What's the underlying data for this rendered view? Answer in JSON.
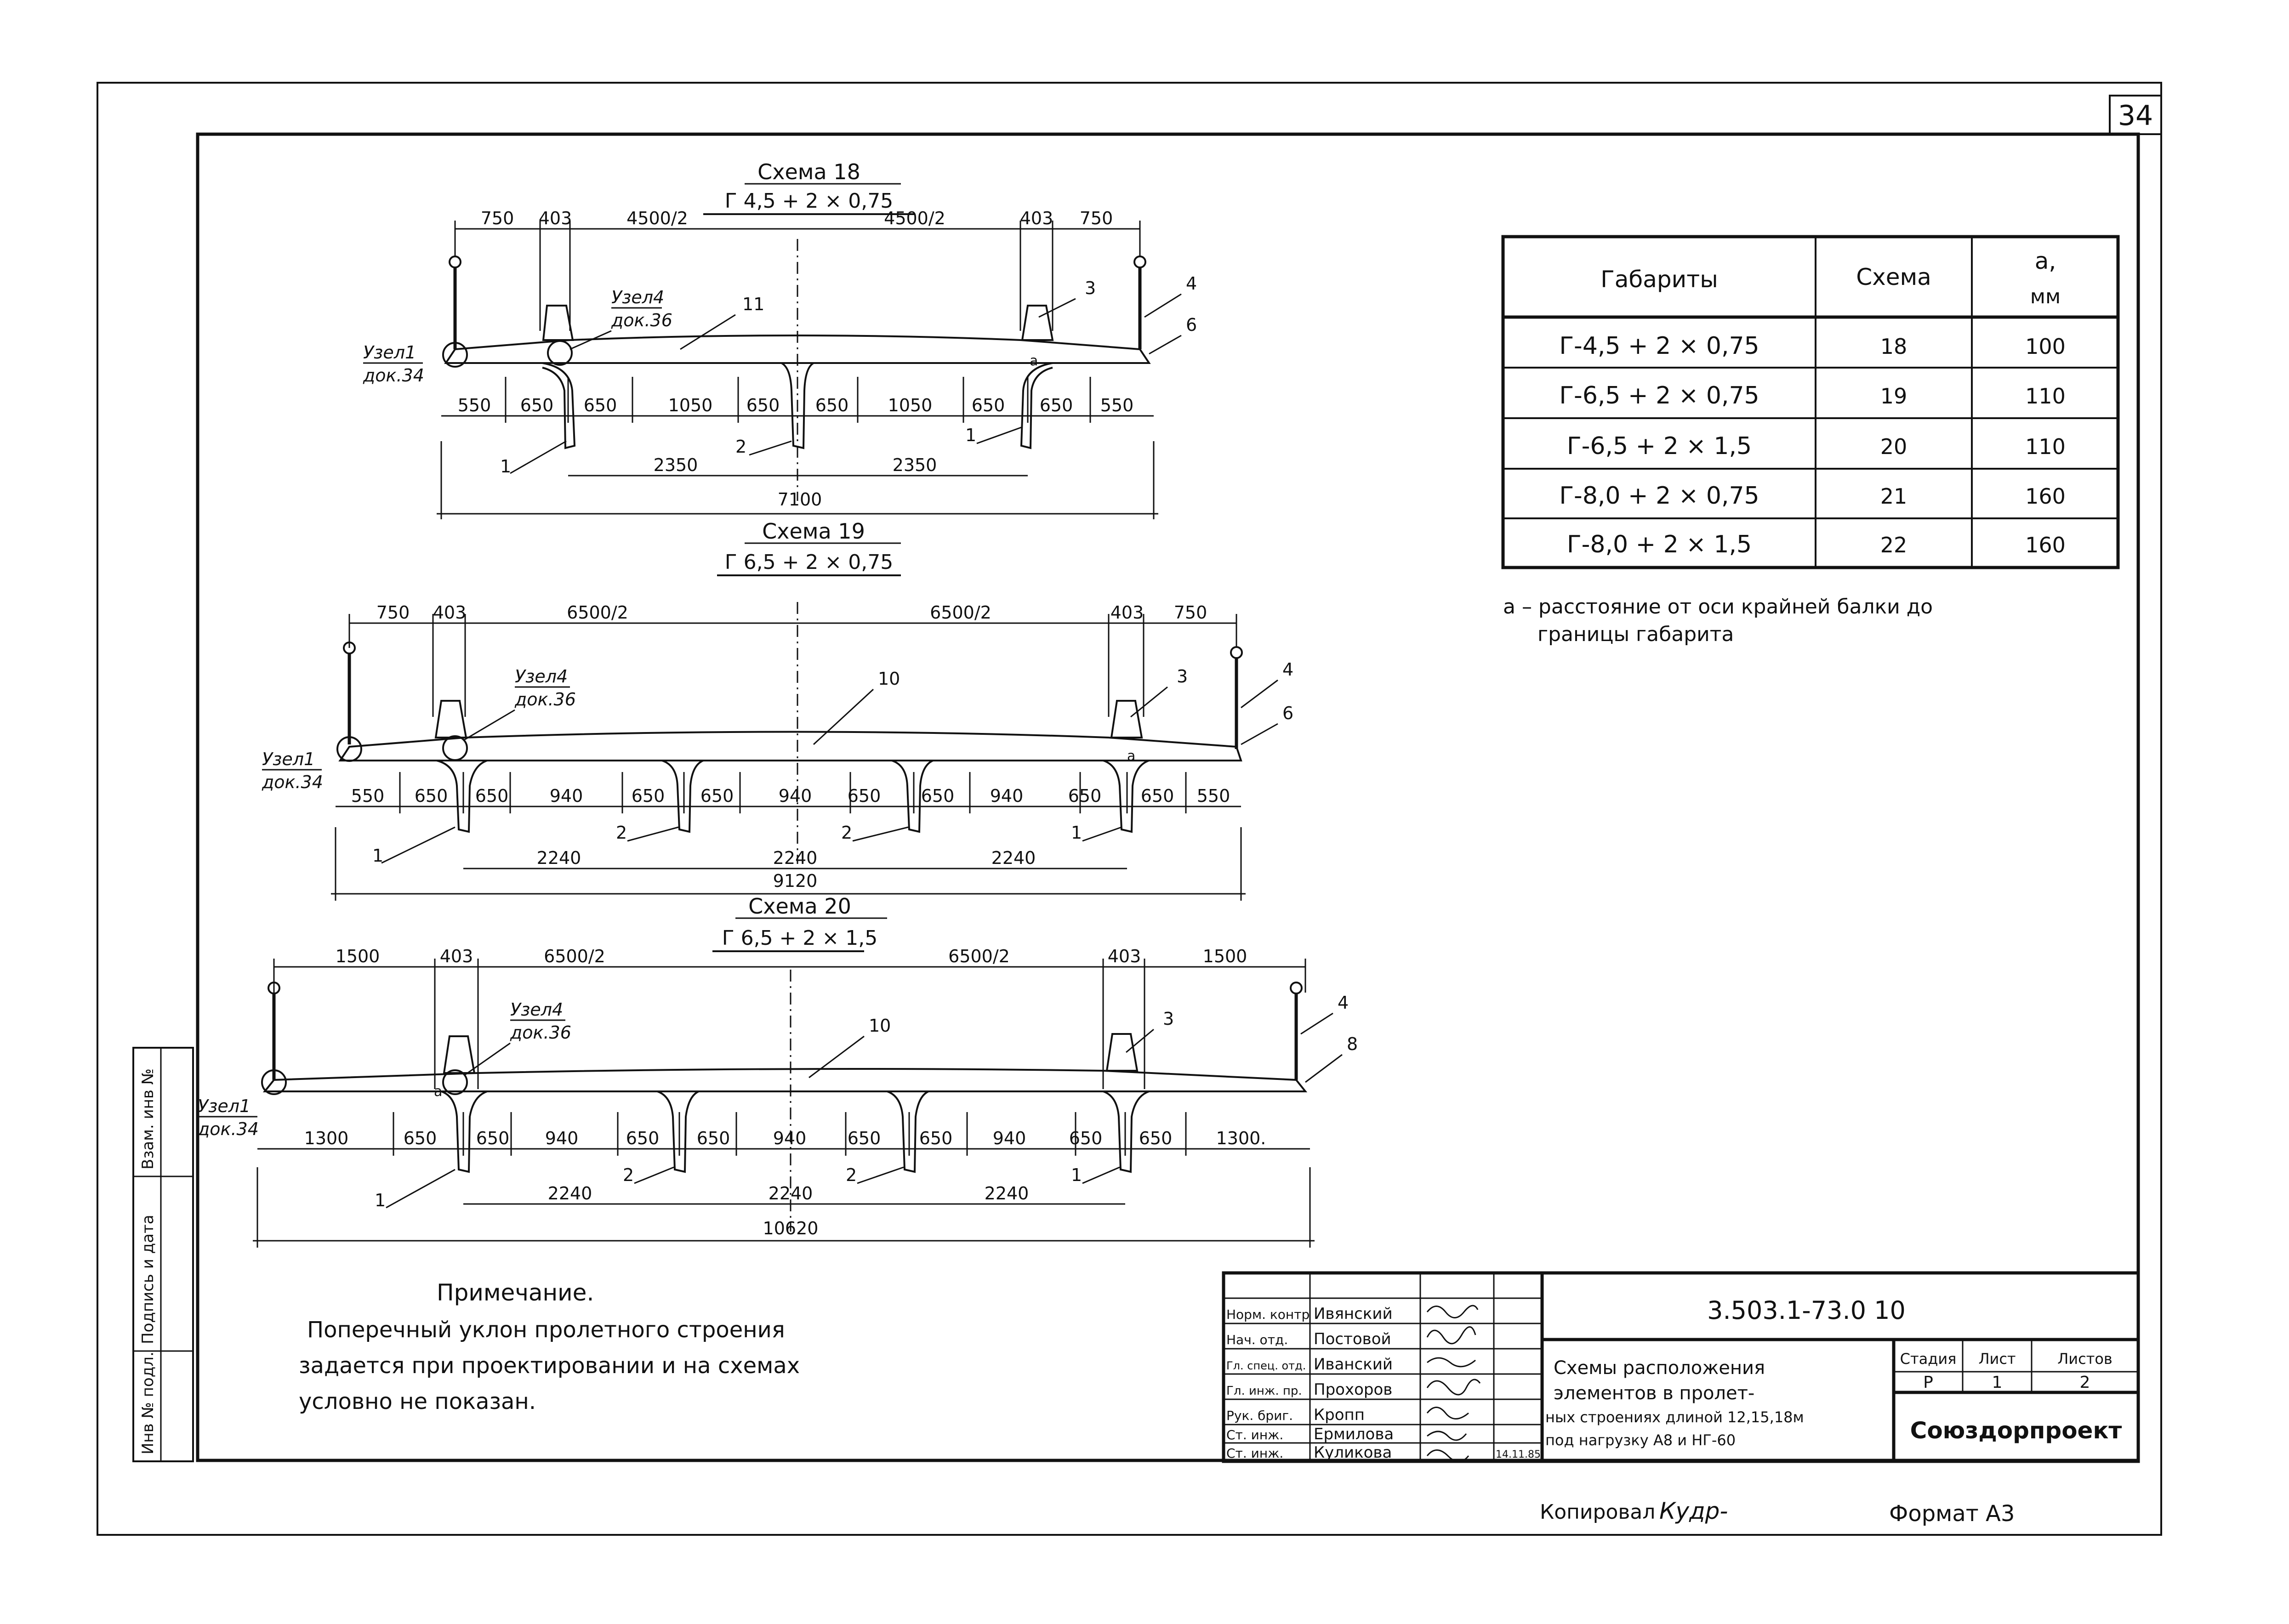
{
  "sheet": {
    "number": "34",
    "format": "Формат А3",
    "copied_label": "Копировал",
    "copied_sign": "Кудр-"
  },
  "schemes": [
    {
      "title": "Схема 18",
      "gauge": "Г 4,5 + 2 × 0,75",
      "top_dims": [
        "750",
        "403",
        "4500/2",
        "4500/2",
        "403",
        "750"
      ],
      "bottom_dims": [
        "550",
        "650",
        "650",
        "1050",
        "650",
        "650",
        "1050",
        "650",
        "650",
        "550"
      ],
      "beam_dims": [
        "2350",
        "2350"
      ],
      "total": "7100",
      "node1": "Узел1",
      "node1_doc": "док.34",
      "node4": "Узел4",
      "node4_doc": "док.36",
      "labels": [
        "11",
        "3",
        "4",
        "6",
        "1",
        "2",
        "1",
        "a"
      ]
    },
    {
      "title": "Схема 19",
      "gauge": "Г 6,5 + 2 × 0,75",
      "top_dims": [
        "750",
        "403",
        "6500/2",
        "6500/2",
        "403",
        "750"
      ],
      "bottom_dims": [
        "550",
        "650",
        "650",
        "940",
        "650",
        "650",
        "940",
        "650",
        "650",
        "940",
        "650",
        "650",
        "550"
      ],
      "beam_dims": [
        "2240",
        "2240",
        "2240"
      ],
      "total": "9120",
      "node1": "Узел1",
      "node1_doc": "док.34",
      "node4": "Узел4",
      "node4_doc": "док.36",
      "labels": [
        "10",
        "3",
        "4",
        "6",
        "1",
        "2",
        "2",
        "1",
        "a"
      ]
    },
    {
      "title": "Схема 20",
      "gauge": "Г 6,5 + 2 × 1,5",
      "top_dims": [
        "1500",
        "403",
        "6500/2",
        "6500/2",
        "403",
        "1500"
      ],
      "bottom_dims": [
        "1300",
        "650",
        "650",
        "940",
        "650",
        "650",
        "940",
        "650",
        "650",
        "940",
        "650",
        "650",
        "1300."
      ],
      "beam_dims": [
        "2240",
        "2240",
        "2240"
      ],
      "total": "10620",
      "node1": "Узел1",
      "node1_doc": "док.34",
      "node4": "Узел4",
      "node4_doc": "док.36",
      "labels": [
        "10",
        "3",
        "4",
        "8",
        "1",
        "2",
        "2",
        "1",
        "a"
      ]
    }
  ],
  "table": {
    "headers": [
      "Габариты",
      "Схема",
      "a,",
      "мм"
    ],
    "rows": [
      [
        "Г-4,5 + 2 × 0,75",
        "18",
        "100"
      ],
      [
        "Г-6,5 + 2 × 0,75",
        "19",
        "110"
      ],
      [
        "Г-6,5 + 2 × 1,5",
        "20",
        "110"
      ],
      [
        "Г-8,0 + 2 × 0,75",
        "21",
        "160"
      ],
      [
        "Г-8,0 + 2 × 1,5",
        "22",
        "160"
      ]
    ],
    "note_line1": "a – расстояние от оси крайней балки до",
    "note_line2": "границы габарита"
  },
  "note": {
    "title": "Примечание.",
    "line1": "Поперечный уклон пролетного строения",
    "line2": "задается при проектировании и на схемах",
    "line3": "условно не показан."
  },
  "side_stamp": [
    "Инв № подл.",
    "Подпись и дата",
    "Взам. инв №"
  ],
  "title_block": {
    "roles": [
      "Норм. контр",
      "Нач. отд.",
      "Гл. спец. отд.",
      "Гл. инж. пр.",
      "Рук. бриг.",
      "Ст. инж.",
      "Ст. инж."
    ],
    "names": [
      "Ивянский",
      "Постовой",
      "Иванский",
      "Прохоров",
      "Кропп",
      "Ермилова",
      "Куликова"
    ],
    "date": "14.11.85",
    "code": "3.503.1-73.0   10",
    "desc1": "Схемы расположения",
    "desc2": "элементов в пролет-",
    "desc3": "ных строениях длиной 12,15,18м",
    "desc4": "под нагрузку А8 и НГ-60",
    "stage_h": "Стадия",
    "sheet_h": "Лист",
    "sheets_h": "Листов",
    "stage": "Р",
    "sheet": "1",
    "sheets": "2",
    "org": "Союздорпроект"
  }
}
